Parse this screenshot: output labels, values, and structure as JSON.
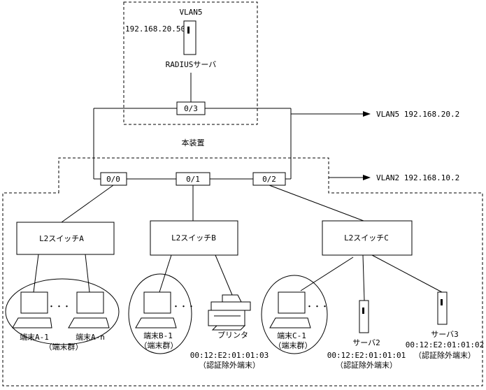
{
  "radius": {
    "vlan": "VLAN5",
    "ip": "192.168.20.50",
    "name": "RADIUSサーバ"
  },
  "device_label": "本装置",
  "ports": {
    "p03": "0/3",
    "p00": "0/0",
    "p01": "0/1",
    "p02": "0/2"
  },
  "uplinks": {
    "vlan5": "VLAN5 192.168.20.2",
    "vlan2": "VLAN2 192.168.10.2"
  },
  "switches": {
    "a": "L2スイッチA",
    "b": "L2スイッチB",
    "c": "L2スイッチC"
  },
  "terminals": {
    "a1": "端末A-1",
    "an": "端末A-n",
    "b1": "端末B-1",
    "c1": "端末C-1",
    "group": "（端末群）"
  },
  "printer": {
    "name": "プリンタ",
    "mac": "00:12:E2:01:01:03",
    "note": "（認証除外端末）"
  },
  "server2": {
    "name": "サーバ2",
    "mac": "00:12:E2:01:01:01",
    "note": "（認証除外端末）"
  },
  "server3": {
    "name": "サーバ3",
    "mac": "00:12:E2:01:01:02",
    "note": "（認証除外端末）"
  },
  "ellipsis": "・・・"
}
